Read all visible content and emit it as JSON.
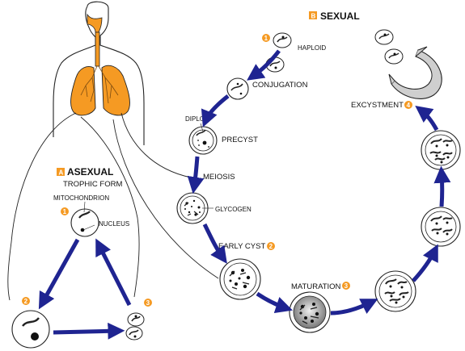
{
  "sections": {
    "asexual": {
      "badge": "A",
      "title": "ASEXUAL"
    },
    "sexual": {
      "badge": "B",
      "title": "SEXUAL"
    }
  },
  "labels": {
    "trophic_form": "TROPHIC FORM",
    "mitochondrion": "MITOCHONDRION",
    "nucleus": "NUCLEUS",
    "haploid": "HAPLOID",
    "conjugation": "CONJUGATION",
    "diploid": "DIPLOID",
    "precyst": "PRECYST",
    "meiosis": "MEIOSIS",
    "glycogen": "GLYCOGEN",
    "early_cyst": "EARLY CYST",
    "maturation": "MATURATION",
    "excystment": "EXCYSTMENT"
  },
  "steps": {
    "asexual_1": "1",
    "asexual_2": "2",
    "asexual_3": "3",
    "sexual_1": "1",
    "early_cyst": "2",
    "maturation": "3",
    "excystment": "4"
  },
  "colors": {
    "arrow": "#1f2491",
    "badge": "#f59a23",
    "lung": "#f59a23",
    "outline": "#222222"
  }
}
